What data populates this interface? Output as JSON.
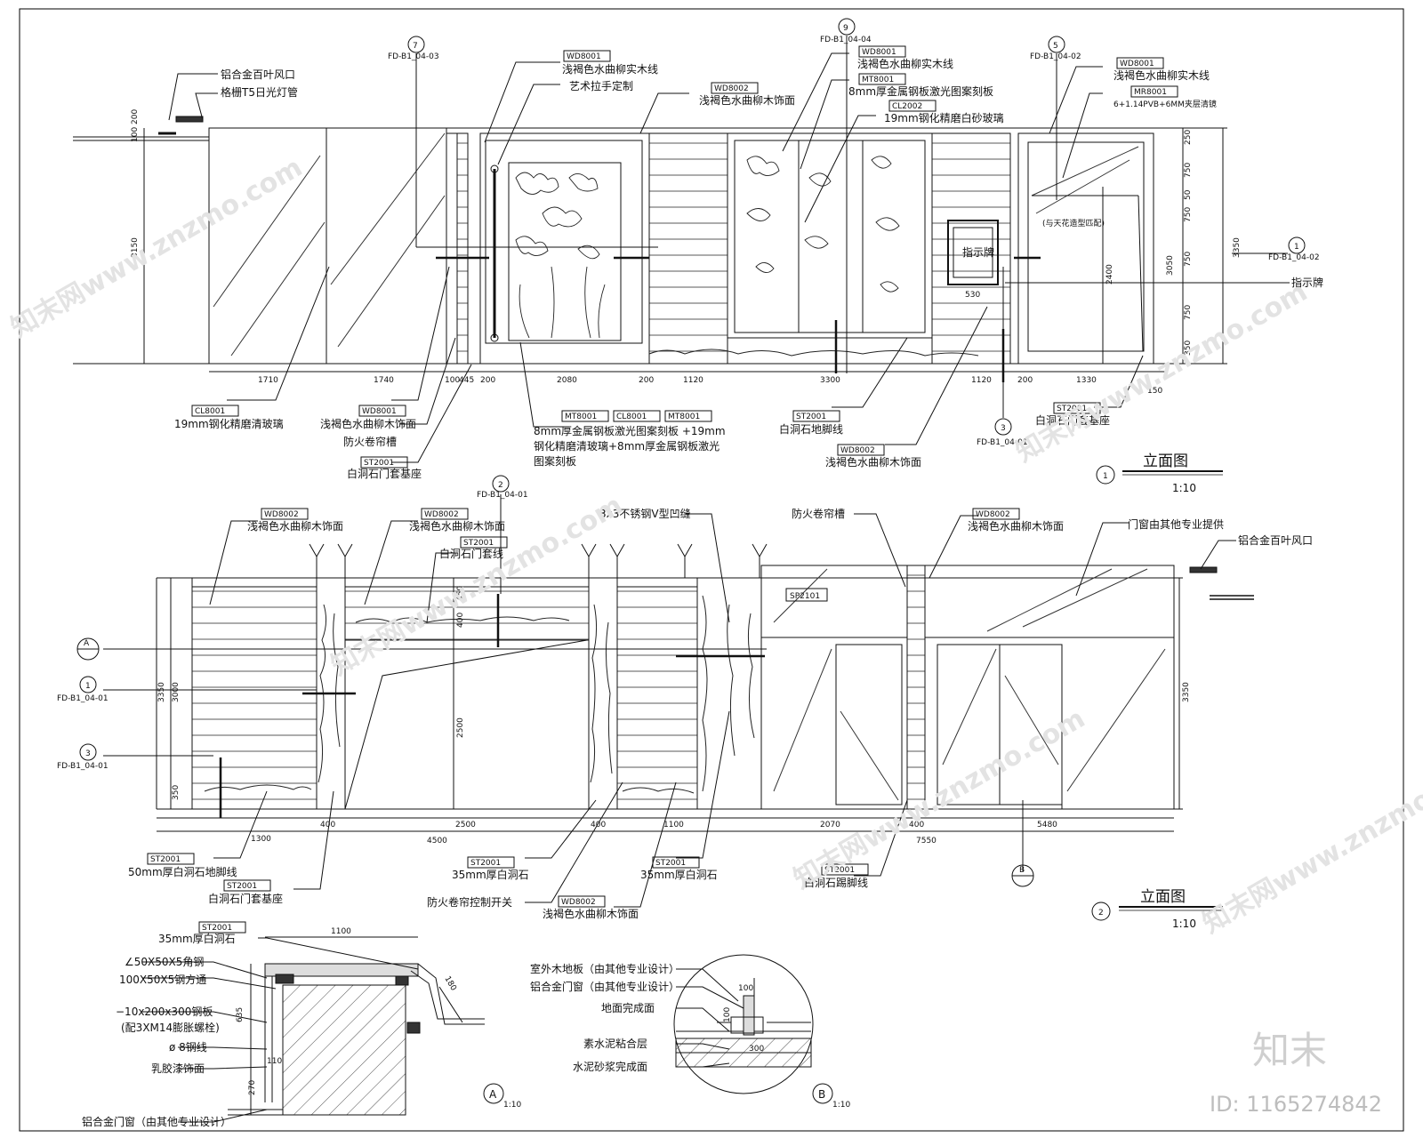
{
  "elevation1": {
    "title": "立面图",
    "scale": "1:10",
    "number": "1",
    "callouts": {
      "top_7": {
        "num": "7",
        "ref": "FD-B1_04-03"
      },
      "top_9": {
        "num": "9",
        "ref": "FD-B1_04-04"
      },
      "top_5": {
        "num": "5",
        "ref": "FD-B1_04-02"
      },
      "right_1": {
        "num": "1",
        "ref": "FD-B1_04-02"
      },
      "bottom_3": {
        "num": "3",
        "ref": "FD-B1_04-01"
      }
    },
    "labels": {
      "vent": "铝合金百叶风口",
      "lamp": "格栅T5日光灯管",
      "wd8001_a_code": "WD8001",
      "wd8001_a_text": "浅褐色水曲柳实木线",
      "handle": "艺术拉手定制",
      "wd8002_a_code": "WD8002",
      "wd8002_a_text": "浅褐色水曲柳木饰面",
      "wd8001_b_code": "WD8001",
      "wd8001_b_text": "浅褐色水曲柳实木线",
      "mt8001_code": "MT8001",
      "mt8001_text": "8mm厚金属钢板激光图案刻板",
      "cl2002_code": "CL2002",
      "cl2002_text": "19mm钢化精磨白砂玻璃",
      "wd8001_c_code": "WD8001",
      "wd8001_c_text": "浅褐色水曲柳实木线",
      "mr8001_code": "MR8001",
      "mr8001_text": "6+1.14PVB+6MM夹层清镜",
      "ceiling_note": "(与天花造型匹配)",
      "sign": "指示牌",
      "sign_right": "指示牌",
      "cl8001_code": "CL8001",
      "cl8001_text": "19mm钢化精磨清玻璃",
      "wd8001_d_code": "WD8001",
      "wd8001_d_text": "浅褐色水曲柳木饰面",
      "fire_wall": "防火卷帘槽",
      "st2001_a_code": "ST2001",
      "st2001_a_text": "白洞石门套基座",
      "combo_codes": [
        "MT8001",
        "CL8001",
        "MT8001"
      ],
      "combo_text_1": "8mm厚金属钢板激光图案刻板 +19mm",
      "combo_text_2": "钢化精磨清玻璃+8mm厚金属钢板激光",
      "combo_text_3": "图案刻板",
      "st2001_b_code": "ST2001",
      "st2001_b_text": "白洞石地脚线",
      "wd8002_b_code": "WD8002",
      "wd8002_b_text": "浅褐色水曲柳木饰面",
      "st2001_c_code": "ST2001",
      "st2001_c_text": "白洞石门套基座"
    },
    "dims_bottom": [
      "1710",
      "1740",
      "100",
      "445",
      "200",
      "2080",
      "200",
      "1120",
      "3300",
      "1120",
      "200",
      "1330",
      "150"
    ],
    "dims_left": [
      "100",
      "200",
      "3150"
    ],
    "dims_right_outer": [
      "3350"
    ],
    "dims_right": [
      "250",
      "750",
      "50",
      "750",
      "750",
      "750",
      "350"
    ],
    "dims_inner": [
      "3050",
      "2400"
    ],
    "sign_dim": "530"
  },
  "elevation2": {
    "title": "立面图",
    "scale": "1:10",
    "number": "2",
    "callouts": {
      "top_2": {
        "num": "2",
        "ref": "FD-B1_04-01"
      },
      "left_A": {
        "num": "A"
      },
      "left_1": {
        "num": "1",
        "ref": "FD-B1_04-01"
      },
      "left_3": {
        "num": "3",
        "ref": "FD-B1_04-01"
      },
      "bottom_B": {
        "num": "B"
      }
    },
    "labels": {
      "wd8002_a_code": "WD8002",
      "wd8002_a_text": "浅褐色水曲柳木饰面",
      "wd8002_b_code": "WD8002",
      "wd8002_b_text": "浅褐色水曲柳木饰面",
      "st2001_top_code": "ST2001",
      "st2001_top_text": "白洞石门套线",
      "vgroove": "3x3不锈钢V型凹缝",
      "fire_wall": "防火卷帘槽",
      "wd8002_c_code": "WD8002",
      "wd8002_c_text": "浅褐色水曲柳木饰面",
      "glass_door": "门窗由其他专业提供",
      "vent": "铝合金百叶风口",
      "small_tag": "SP2101",
      "st2001_a_code": "ST2001",
      "st2001_a_text": "50mm厚白洞石地脚线",
      "st2001_b_code": "ST2001",
      "st2001_b_text": "白洞石门套基座",
      "st2001_c_code": "ST2001",
      "st2001_c_text": "35mm厚白洞石",
      "fire_switch": "防火卷帘控制开关",
      "st2001_d_code": "ST2001",
      "st2001_d_text": "35mm厚白洞石",
      "wd8002_d_code": "WD8002",
      "wd8002_d_text": "浅褐色水曲柳木饰面",
      "st2001_e_code": "ST2001",
      "st2001_e_text": "白洞石踢脚线"
    },
    "dims_bottom": [
      "1300",
      "400",
      "2500",
      "400",
      "1100",
      "2070",
      "400",
      "5480"
    ],
    "dims_bottom2": [
      "4500",
      "7550"
    ],
    "dims_left": [
      "3000",
      "350"
    ],
    "dims_outer": [
      "3350"
    ],
    "dims_inner": [
      "450",
      "400",
      "2500"
    ],
    "dims_right": [
      "3350"
    ]
  },
  "detailA": {
    "marker": "A",
    "scale": "1:10",
    "labels": {
      "st2001_code": "ST2001",
      "st2001_text": "35mm厚白洞石",
      "angle": "∠50X50X5角钢",
      "channel": "100X50X5钢方通",
      "plate": "−10x200x300钢板",
      "bolt": "(配3XM14膨胀螺栓)",
      "rebar": "ø 8钢线",
      "paint": "乳胶漆饰面",
      "frame": "铝合金门窗（由其他专业设计）"
    },
    "dims": [
      "1100",
      "635",
      "180",
      "110",
      "270"
    ]
  },
  "detailB": {
    "marker": "B",
    "scale": "1:10",
    "labels": {
      "floor": "室外木地板（由其他专业设计）",
      "door": "铝合金门窗（由其他专业设计）",
      "finish": "地面完成面",
      "mortar": "素水泥粘合层",
      "screed": "水泥砂浆完成面"
    },
    "dims": [
      "100",
      "100",
      "300"
    ]
  },
  "watermark": {
    "site": "知末网www.znzmo.com",
    "brand": "知末",
    "id": "ID: 1165274842"
  }
}
